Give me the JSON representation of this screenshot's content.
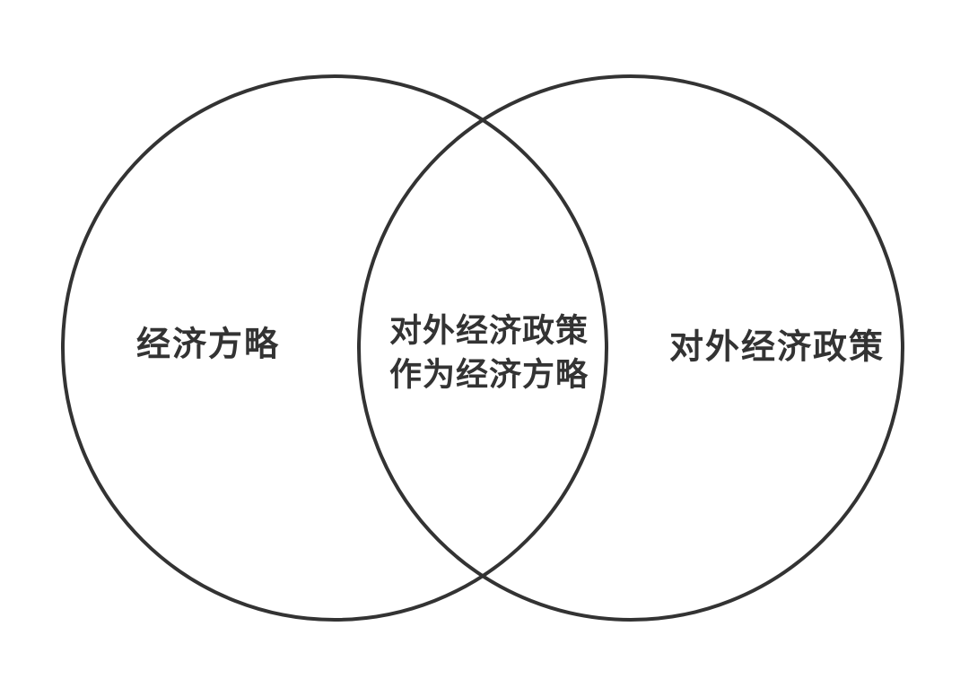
{
  "diagram": {
    "type": "venn",
    "background_color": "#ffffff",
    "stroke_color": "#333333",
    "text_color": "#333333",
    "left_circle": {
      "label": "经济方略"
    },
    "intersection": {
      "label_line1": "对外经济政策",
      "label_line2": "作为经济方略"
    },
    "right_circle": {
      "label": "对外经济政策"
    }
  }
}
